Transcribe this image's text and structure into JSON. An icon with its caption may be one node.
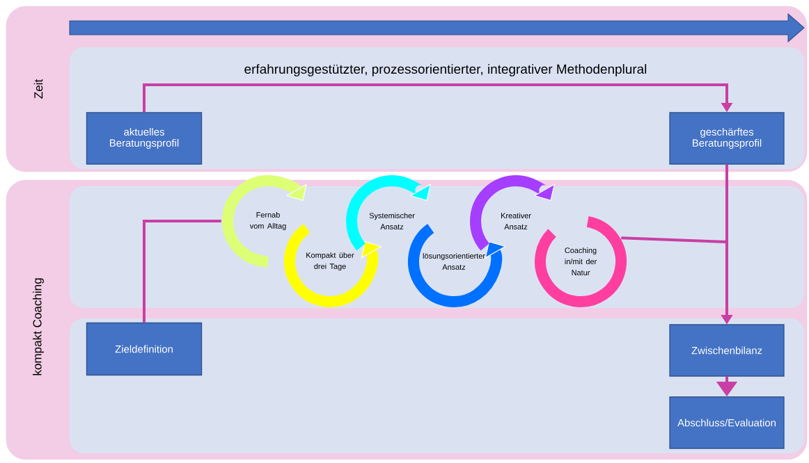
{
  "diagram": {
    "nodes": [
      {
        "text": [
          "Zeit"
        ]
      },
      {
        "text": [
          "aktuelles Beratungsprofil"
        ],
        "in": 0
      },
      {
        "text": [
          "geschärftes Beratungsprofil"
        ],
        "in": 0
      },
      {
        "text": [
          "kompakt Coaching"
        ]
      },
      {
        "text": [
          "Zieldefinition"
        ],
        "in": 3
      },
      {
        "text": [
          "Fernab vom Alltag"
        ],
        "in": 3
      },
      {
        "text": [
          "Kompakt über drei Tage"
        ],
        "in": 3
      },
      {
        "text": [
          "Systemischer Ansatz"
        ],
        "in": 3
      },
      {
        "text": [
          "lösungsorientierter Ansatz"
        ],
        "in": 3
      },
      {
        "text": [
          "Kreativer Ansatz"
        ],
        "in": 3
      },
      {
        "text": [
          "Coaching in/mit der Natur"
        ],
        "in": 3
      },
      {
        "text": [
          "Zwischenbilanz"
        ],
        "in": 3
      },
      {
        "text": [
          "Abschluss/Evaluation"
        ],
        "in": 3
      }
    ],
    "edges": [
      {
        "from": 1,
        "to": 2,
        "arrow": "to",
        "label": "erfahrungsgestützter, prozessorientierter, integrativer Methodenplural"
      },
      {
        "from": 4,
        "to": 5,
        "arrow": "none"
      },
      {
        "from": 10,
        "to": 11,
        "arrow": "to"
      },
      {
        "from": 2,
        "to": 11,
        "arrow": "to"
      },
      {
        "from": 11,
        "to": 12,
        "arrow": "to"
      }
    ]
  }
}
